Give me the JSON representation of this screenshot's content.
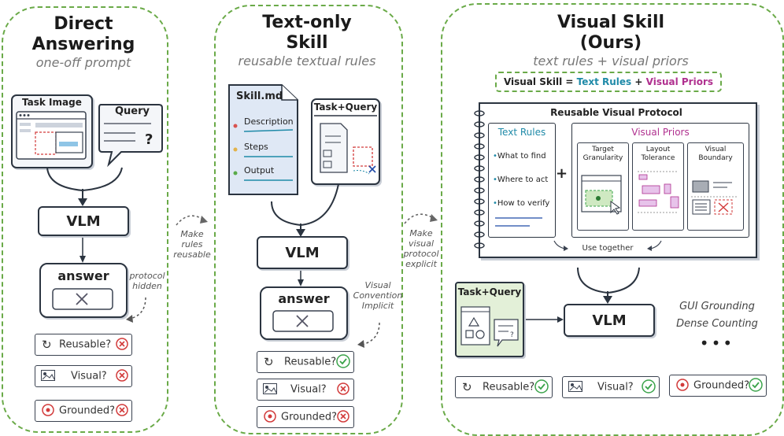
{
  "panels": {
    "direct": {
      "title_line1": "Direct",
      "title_line2": "Answering",
      "subtitle": "one-off prompt",
      "task_image_label": "Task Image",
      "query_label": "Query",
      "query_mark": "?",
      "vlm_label": "VLM",
      "answer_label": "answer",
      "side_note": [
        "protocol",
        "hidden"
      ],
      "checks": [
        "Reusable?",
        "Visual?",
        "Grounded?"
      ]
    },
    "text_only": {
      "title_line1": "Text-only",
      "title_line2": "Skill",
      "subtitle": "reusable textual rules",
      "skill_file": "Skill.md",
      "skill_items": [
        "Description",
        "Steps",
        "Output"
      ],
      "task_query_label": "Task+Query",
      "vlm_label": "VLM",
      "answer_label": "answer",
      "side_note": [
        "Visual",
        "Convention",
        "Implicit"
      ],
      "checks": [
        "Reusable?",
        "Visual?",
        "Grounded?"
      ]
    },
    "visual": {
      "title_line1": "Visual Skill",
      "title_line2": "(Ours)",
      "subtitle": "text rules + visual priors",
      "equation": {
        "lhs": "Visual Skill",
        "eq": "=",
        "a": "Text Rules",
        "plus": "+",
        "b": "Visual Priors"
      },
      "protocol_title": "Reusable Visual Protocol",
      "text_rules_title": "Text Rules",
      "text_rules": [
        "What to find",
        "Where to act",
        "How to verify"
      ],
      "plus_sign": "+",
      "visual_priors_title": "Visual Priors",
      "priors": [
        "Target\nGranularity",
        "Layout\nTolerance",
        "Visual\nBoundary"
      ],
      "use_together": "Use together",
      "task_query_label": "Task+Query",
      "vlm_label": "VLM",
      "applications": [
        "GUI Grounding",
        "Dense Counting"
      ],
      "ellipsis": "•••",
      "checks": [
        "Reusable?",
        "Visual?",
        "Grounded?"
      ]
    }
  },
  "transitions": {
    "first": [
      "Make",
      "rules",
      "reusable"
    ],
    "second": [
      "Make",
      "visual",
      "protocol",
      "explicit"
    ]
  },
  "colors": {
    "panel_border": "#6aaa48",
    "teal": "#1f8aa8",
    "magenta": "#b0308f",
    "check_green": "#3aa34a",
    "cross_red": "#d23a3a",
    "skill_doc_bg": "#dfe8f5"
  }
}
